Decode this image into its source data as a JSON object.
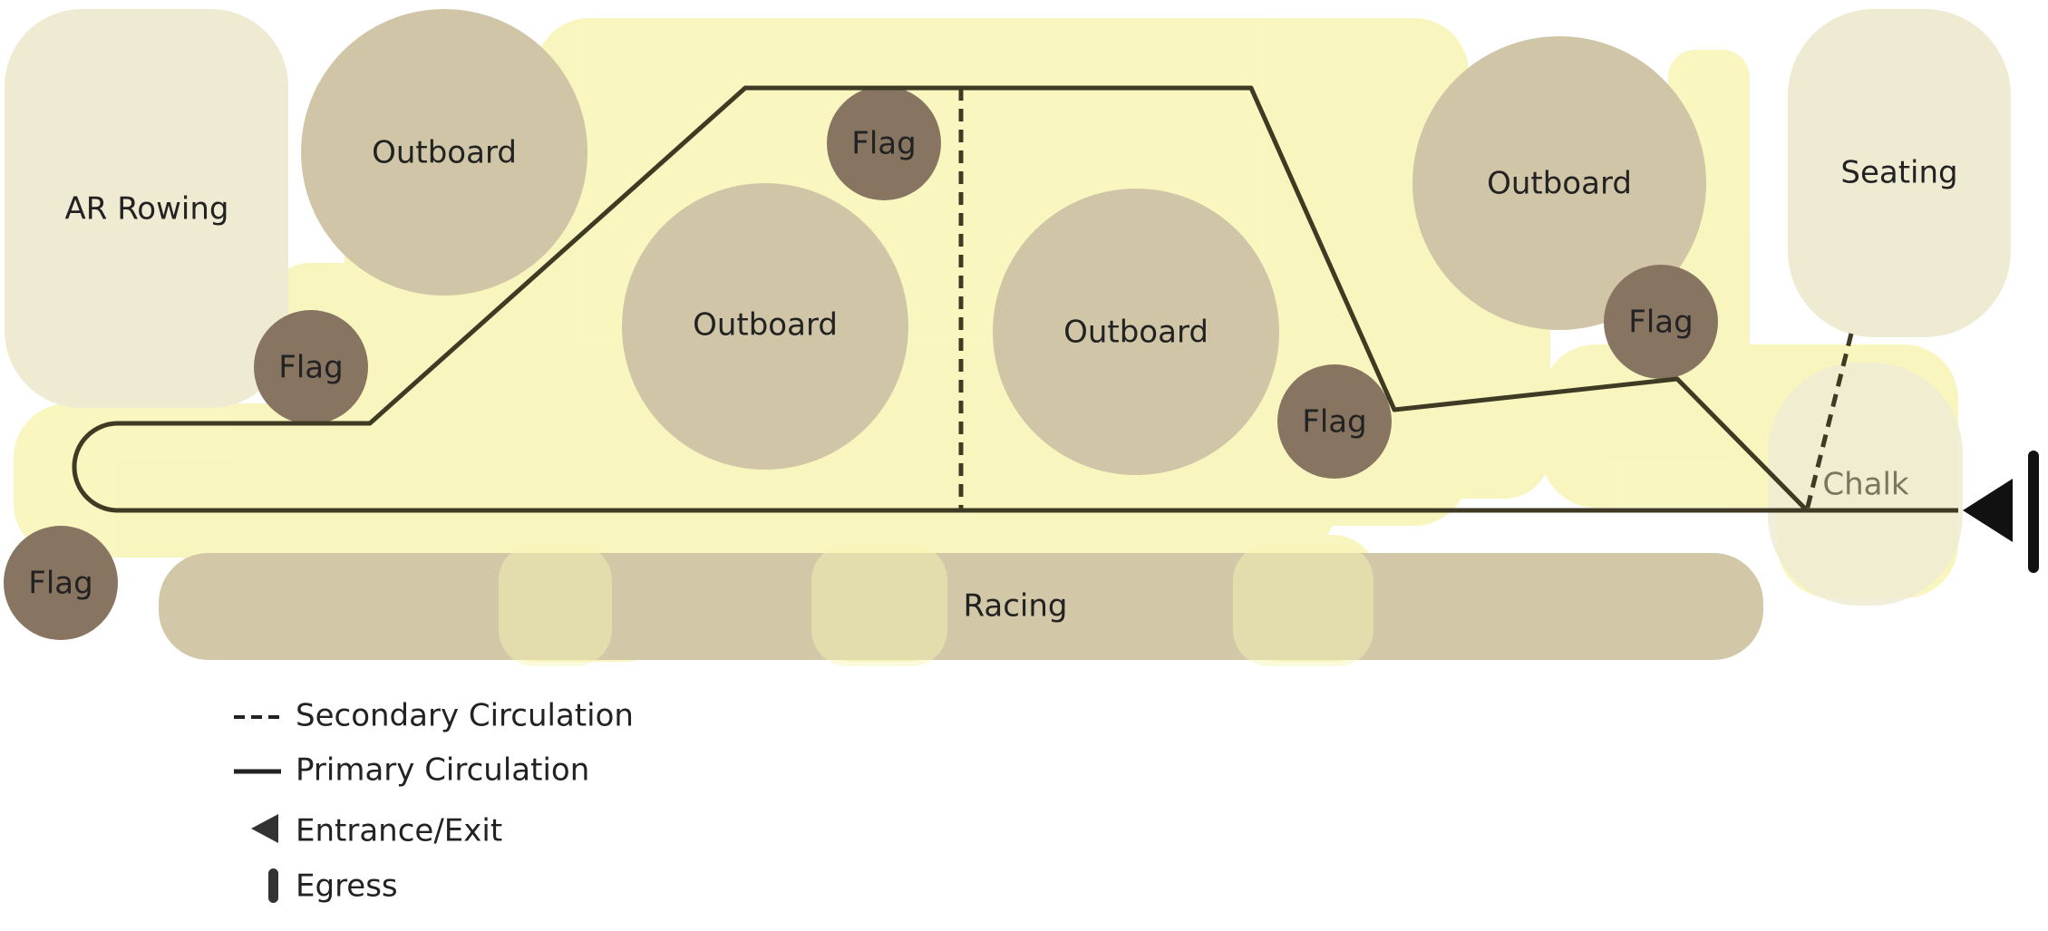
{
  "colors": {
    "background": "#ffffff",
    "highlight": "#f8f4b4",
    "light_zone": "#efebd3",
    "outboard": "#d0c6a7",
    "racing": "#d2c8a8",
    "flag": "#877561",
    "line": "#3e3a24",
    "egress": "#111111"
  },
  "zones": {
    "ar_rowing": "AR Rowing",
    "outboard_1": "Outboard",
    "outboard_2": "Outboard",
    "outboard_3": "Outboard",
    "outboard_4": "Outboard",
    "seating": "Seating",
    "chalk": "Chalk",
    "racing": "Racing",
    "flag_1": "Flag",
    "flag_2": "Flag",
    "flag_3": "Flag",
    "flag_4": "Flag",
    "flag_5": "Flag"
  },
  "legend": {
    "secondary": "Secondary Circulation",
    "primary": "Primary Circulation",
    "entrance": "Entrance/Exit",
    "egress": "Egress"
  },
  "icons": {
    "entrance": "entrance-exit-triangle-icon",
    "egress": "egress-bar-icon"
  }
}
